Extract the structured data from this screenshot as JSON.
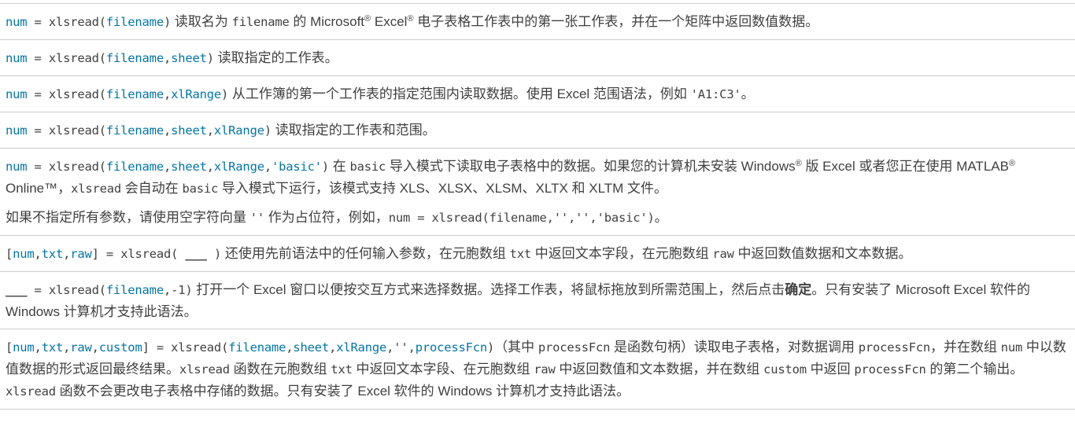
{
  "syntax_entries": [
    {
      "outputs": "num",
      "func": "xlsread",
      "args": [
        "filename"
      ],
      "desc_pre": "读取名为 ",
      "desc_code": "filename",
      "desc_mid": " 的 Microsoft",
      "reg1": "®",
      "desc_mid2": " Excel",
      "reg2": "®",
      "desc_post": " 电子表格工作表中的第一张工作表，并在一个矩阵中返回数值数据。"
    },
    {
      "outputs": "num",
      "func": "xlsread",
      "args": [
        "filename",
        "sheet"
      ],
      "desc": "读取指定的工作表。"
    },
    {
      "outputs": "num",
      "func": "xlsread",
      "args": [
        "filename",
        "xlRange"
      ],
      "desc_pre": "从工作簿的第一个工作表的指定范围内读取数据。使用 Excel 范围语法，例如 ",
      "desc_code": "'A1:C3'",
      "desc_post": "。"
    },
    {
      "outputs": "num",
      "func": "xlsread",
      "args": [
        "filename",
        "sheet",
        "xlRange"
      ],
      "desc": "读取指定的工作表和范围。"
    },
    {
      "outputs": "num",
      "func": "xlsread",
      "args": [
        "filename",
        "sheet",
        "xlRange",
        "'basic'"
      ],
      "desc_1": "在 ",
      "desc_code_1": "basic",
      "desc_2": " 导入模式下读取电子表格中的数据。如果您的计算机未安装 Windows",
      "reg1": "®",
      "desc_3": " 版 Excel 或者您正在使用 MATLAB",
      "reg2": "®",
      "desc_4": " Online™，",
      "desc_code_2": "xlsread",
      "desc_5": " 会自动在 ",
      "desc_code_3": "basic",
      "desc_6": " 导入模式下运行，该模式支持 XLS、XLSX、XLSM、XLTX 和 XLTM 文件。",
      "note_pre": "如果不指定所有参数，请使用空字符向量 ",
      "note_code_1": "''",
      "note_mid": " 作为占位符，例如，",
      "note_code_2": "num = xlsread(filename,'','','basic')",
      "note_post": "。"
    },
    {
      "outputs": [
        "num",
        "txt",
        "raw"
      ],
      "func": "xlsread",
      "placeholder": "___",
      "desc_1": "还使用先前语法中的任何输入参数，在元胞数组 ",
      "desc_code_1": "txt",
      "desc_2": " 中返回文本字段，在元胞数组 ",
      "desc_code_2": "raw",
      "desc_3": " 中返回数值数据和文本数据。"
    },
    {
      "outputs_placeholder": "___",
      "func": "xlsread",
      "args": [
        "filename"
      ],
      "literal_arg": "-1",
      "desc_1": "打开一个 Excel 窗口以便按交互方式来选择数据。选择工作表，将鼠标拖放到所需范围上，然后点击",
      "desc_bold": "确定",
      "desc_2": "。只有安装了 Microsoft Excel 软件的 Windows 计算机才支持此语法。"
    },
    {
      "outputs": [
        "num",
        "txt",
        "raw",
        "custom"
      ],
      "func": "xlsread",
      "args": [
        "filename",
        "sheet",
        "xlRange",
        "''",
        "processFcn"
      ],
      "desc_1": "（其中 ",
      "desc_code_1": "processFcn",
      "desc_2": " 是函数句柄）读取电子表格，对数据调用 ",
      "desc_code_2": "processFcn",
      "desc_3": "，并在数组 ",
      "desc_code_3": "num",
      "desc_4": " 中以数值数据的形式返回最终结果。",
      "desc_code_4": "xlsread",
      "desc_5": " 函数在元胞数组 ",
      "desc_code_5": "txt",
      "desc_6": " 中返回文本字段、在元胞数组 ",
      "desc_code_6": "raw",
      "desc_7": " 中返回数值和文本数据，并在数组 ",
      "desc_code_7": "custom",
      "desc_8": " 中返回 ",
      "desc_code_8": "processFcn",
      "desc_9": " 的第二个输出。",
      "desc_code_9": "xlsread",
      "desc_10": " 函数不会更改电子表格中存储的数据。只有安装了 Excel 软件的 Windows 计算机才支持此语法。"
    }
  ],
  "tokens": {
    "eq": " = ",
    "open_paren": "(",
    "close_paren": ")",
    "comma": ",",
    "open_bracket": "[",
    "close_bracket": "]",
    "space": " "
  },
  "colors": {
    "argument_link": "#0076a8",
    "body_text": "#404040",
    "separator": "#cccccc"
  }
}
